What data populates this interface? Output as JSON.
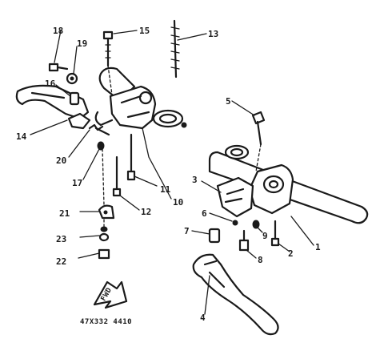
{
  "diagram_code": "47X332 4410",
  "front_arrow_label": "FWD",
  "callouts": [
    "1",
    "2",
    "3",
    "4",
    "5",
    "6",
    "7",
    "8",
    "9",
    "10",
    "11",
    "12",
    "13",
    "14",
    "15",
    "16",
    "17",
    "18",
    "19",
    "20",
    "21",
    "22",
    "23"
  ]
}
